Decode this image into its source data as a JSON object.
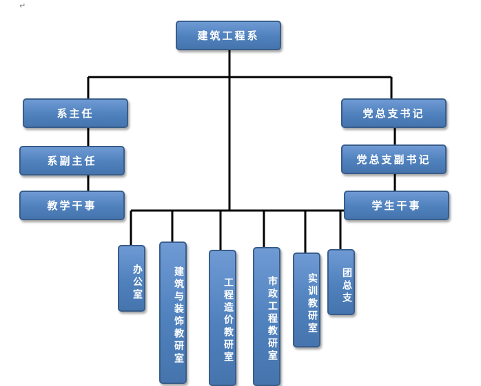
{
  "return_mark": "↵",
  "diagram": {
    "root": "建筑工程系",
    "left_chain": [
      "系主任",
      "系副主任",
      "教学干事"
    ],
    "right_chain": [
      "党总支书记",
      "党总支副书记",
      "学生干事"
    ],
    "departments": [
      "办公室",
      "建筑与装饰教研室",
      "工程造价教研室",
      "市政工程教研室",
      "实训教研室",
      "团总支"
    ]
  },
  "colors": {
    "box_fill": "#4f81bd",
    "box_border": "#385d8a",
    "line": "#000000",
    "text": "#ffffff"
  }
}
